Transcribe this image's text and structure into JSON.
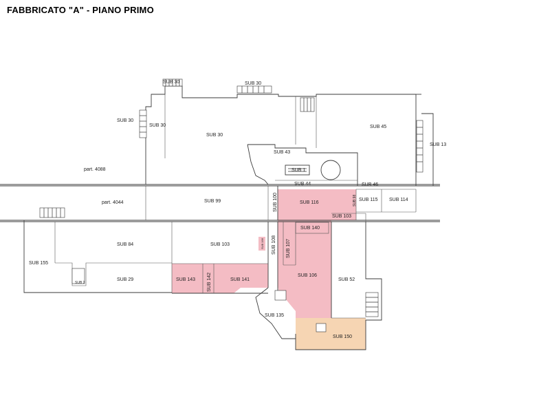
{
  "title": "FABBRICATO \"A\" - PIANO PRIMO",
  "colors": {
    "highlight_pink": "#f4bcc4",
    "highlight_orange": "#f6d5b3",
    "wall": "#3a3a3a"
  },
  "labels": {
    "sub30_top_left": "SUB 30",
    "sub30_top_right": "SUB 30",
    "sub30_left": "SUB 30",
    "sub30_inner": "SUB 30",
    "sub30_main": "SUB 30",
    "sub45": "SUB 45",
    "sub13": "SUB 13",
    "sub43": "SUB 43",
    "sub1": "SUB 1",
    "sub44": "SUB 44",
    "sub46": "SUB 46",
    "part4088": "part. 4088",
    "part4044": "part. 4044",
    "sub99": "SUB 99",
    "sub100": "SUB 100",
    "sub116": "SUB 116",
    "sub98": "SUB 98",
    "sub115": "SUB 115",
    "sub114": "SUB 114",
    "sub103_right": "SUB 103",
    "sub140": "SUB 140",
    "sub84": "SUB 84",
    "sub103_mid": "SUB 103",
    "sub108": "SUB 108",
    "sub107": "SUB 107",
    "sub155": "SUB 155",
    "sub29": "SUB 29",
    "sub143": "SUB 143",
    "sub142": "SUB 142",
    "sub141": "SUB 141",
    "sub106": "SUB 106",
    "sub52": "SUB 52",
    "sub135": "SUB 135",
    "sub150": "SUB 150",
    "sub_small": "SUB 166",
    "sub_tiny": "SUB 2"
  }
}
